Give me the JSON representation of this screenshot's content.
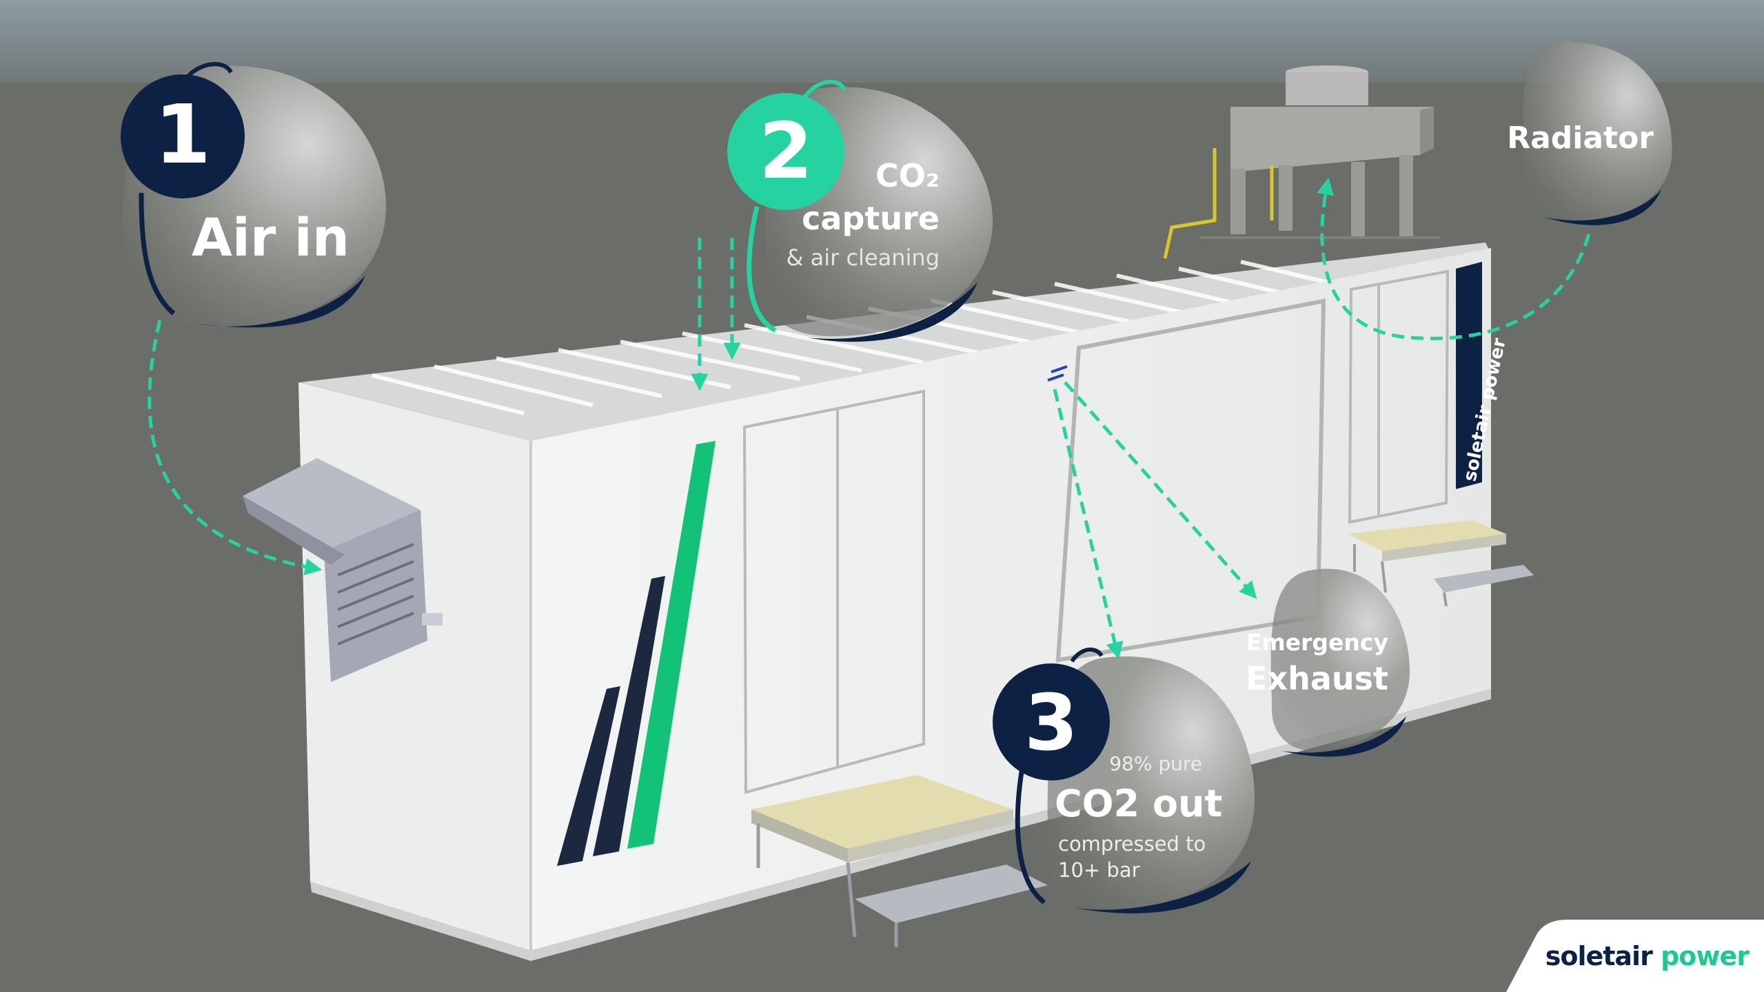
{
  "brand": {
    "part1": "soletair",
    "part2": "power",
    "container_text": "soletair power",
    "colors": {
      "navy": "#0d2145",
      "green": "#1ec98f",
      "mint": "#25d3a0"
    }
  },
  "callouts": {
    "air_in": {
      "number": "1",
      "title": "Air in"
    },
    "co2_capture": {
      "number": "2",
      "title_line1": "CO₂",
      "title_line2": "capture",
      "subtitle": "& air cleaning"
    },
    "radiator": {
      "title": "Radiator"
    },
    "emergency": {
      "line1": "Emergency",
      "line2": "Exhaust"
    },
    "co2_out": {
      "number": "3",
      "pre": "98% pure",
      "title": "CO2 out",
      "sub_line1": "compressed to",
      "sub_line2": "10+ bar"
    }
  },
  "icons": [
    "vent-hood-icon",
    "radiator-fan-icon",
    "stair-step-icon",
    "dashed-arrow-icon"
  ]
}
